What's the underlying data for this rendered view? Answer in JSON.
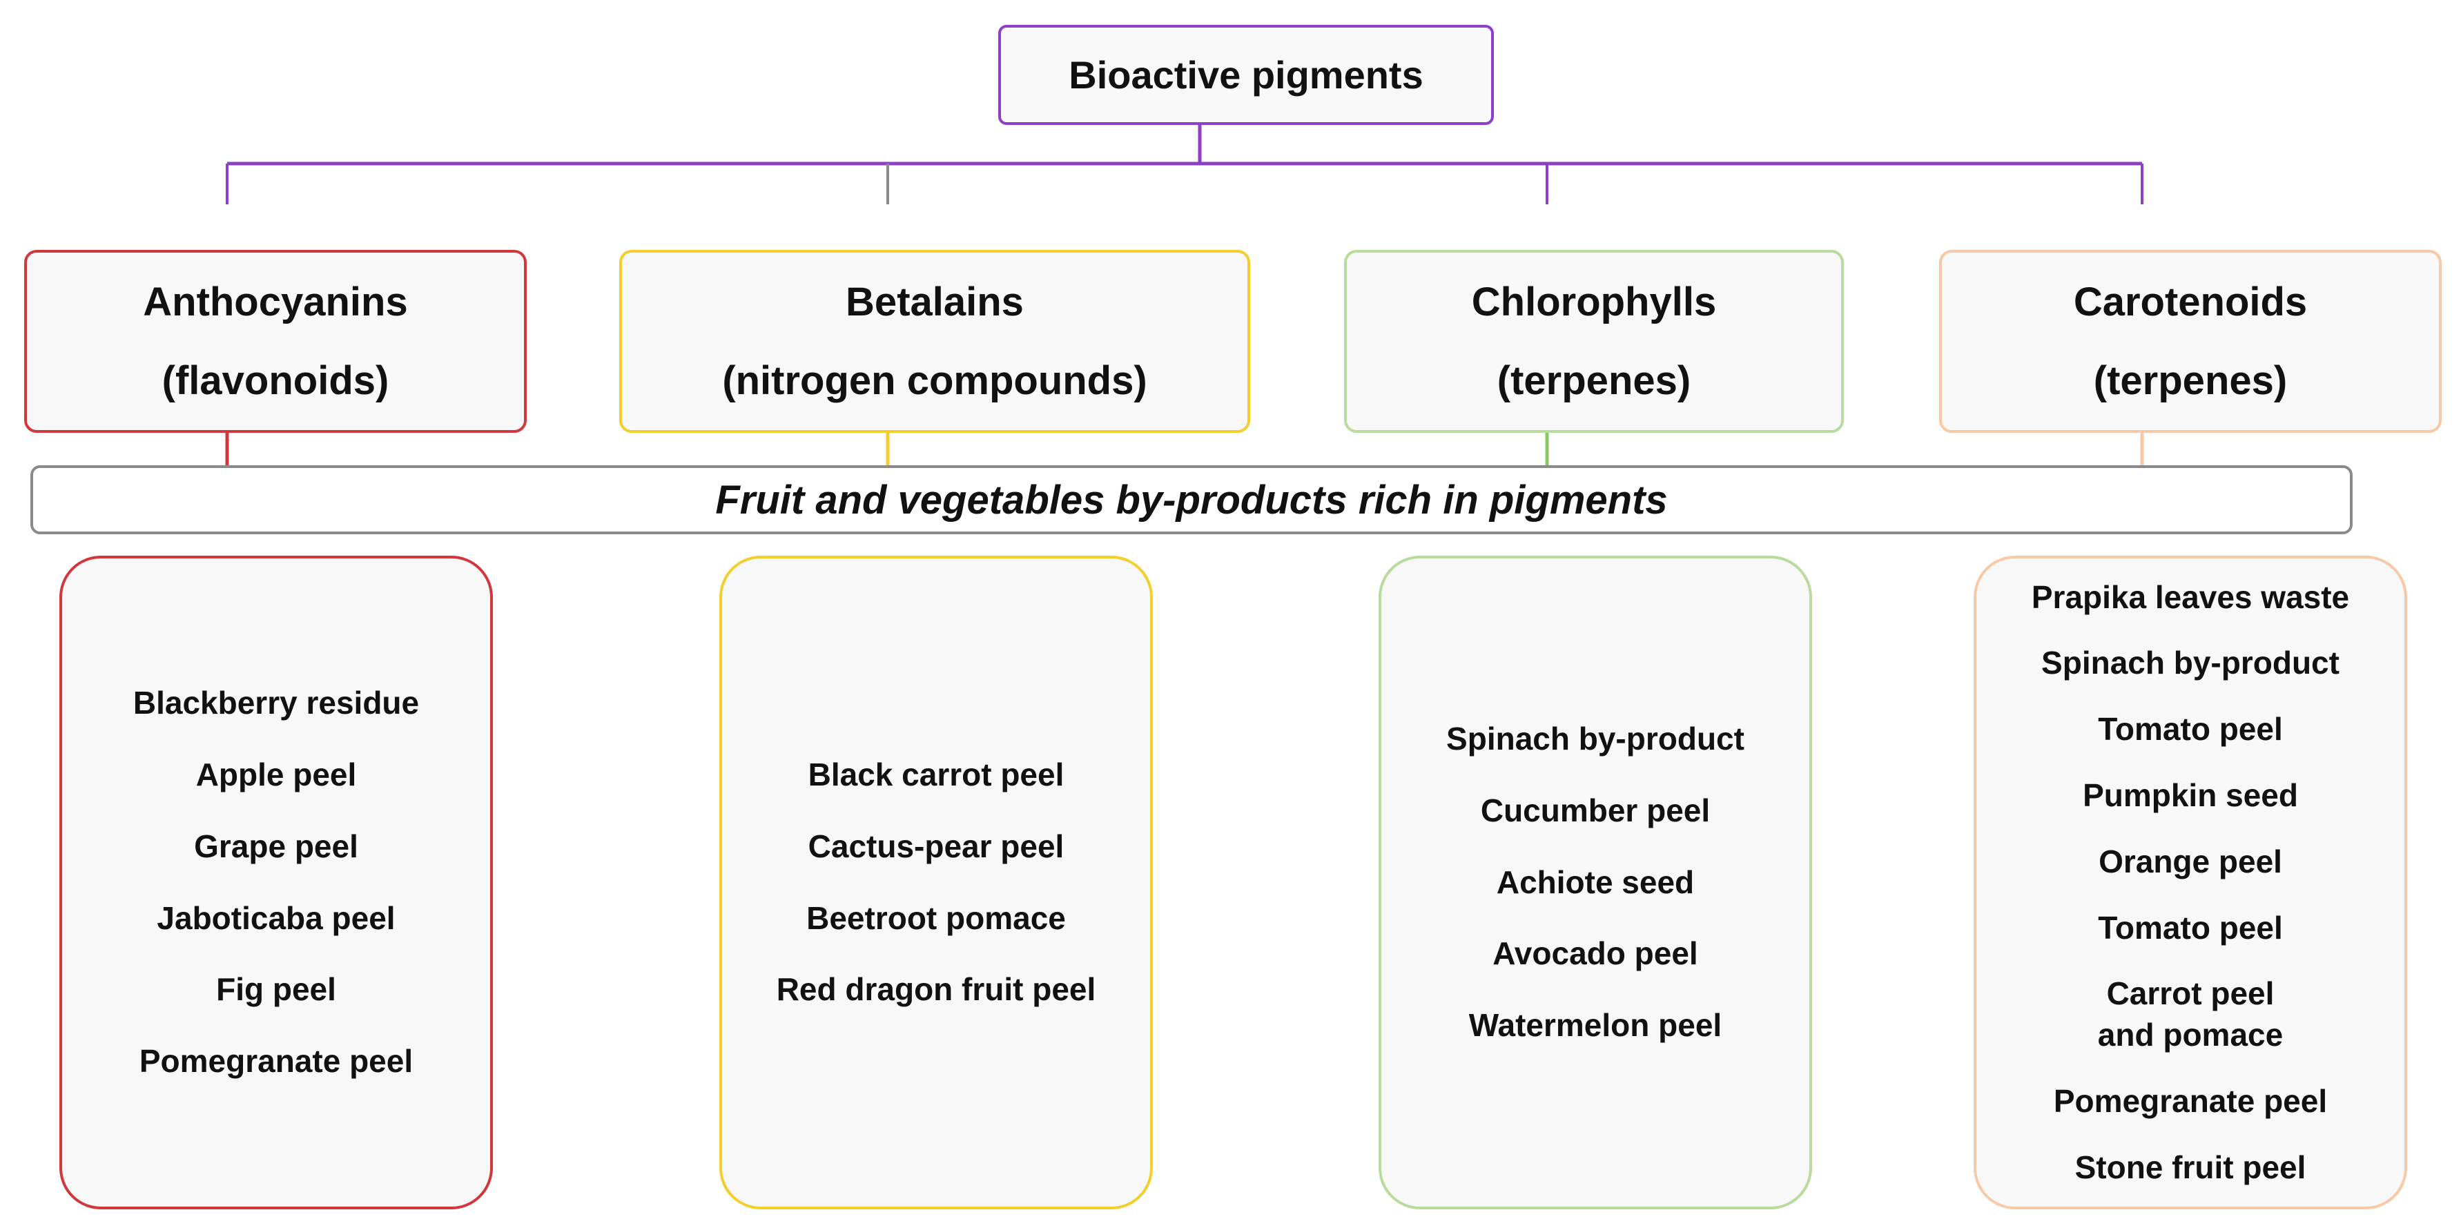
{
  "root": {
    "label": "Bioactive pigments"
  },
  "banner": {
    "label": "Fruit and vegetables by-products rich in pigments"
  },
  "categories": [
    {
      "name": "Anthocyanins",
      "class": "(flavonoids)",
      "color": "#d0383d"
    },
    {
      "name": "Betalains",
      "class": "(nitrogen compounds)",
      "color": "#f4cf2b"
    },
    {
      "name": "Chlorophylls",
      "class": "(terpenes)",
      "color": "#b7dc9b"
    },
    {
      "name": "Carotenoids",
      "class": "(terpenes)",
      "color": "#f7c9a7"
    }
  ],
  "lists": [
    {
      "items": [
        "Blackberry residue",
        "Apple peel",
        "Grape peel",
        "Jaboticaba peel",
        "Fig peel",
        "Pomegranate peel"
      ]
    },
    {
      "items": [
        "Black carrot peel",
        "Cactus-pear peel",
        "Beetroot pomace",
        "Red dragon fruit peel"
      ]
    },
    {
      "items": [
        "Spinach by-product",
        "Cucumber peel",
        "Achiote seed",
        "Avocado peel",
        "Watermelon peel"
      ]
    },
    {
      "items": [
        "Prapika leaves waste",
        "Spinach by-product",
        "Tomato peel",
        "Pumpkin seed",
        "Orange peel",
        "Tomato peel",
        "Carrot peel and pomace",
        "Pomegranate peel",
        "Stone fruit peel"
      ]
    }
  ],
  "colors": {
    "tree_line": "#8e3fc7",
    "banner_border": "#8a8a8a"
  }
}
